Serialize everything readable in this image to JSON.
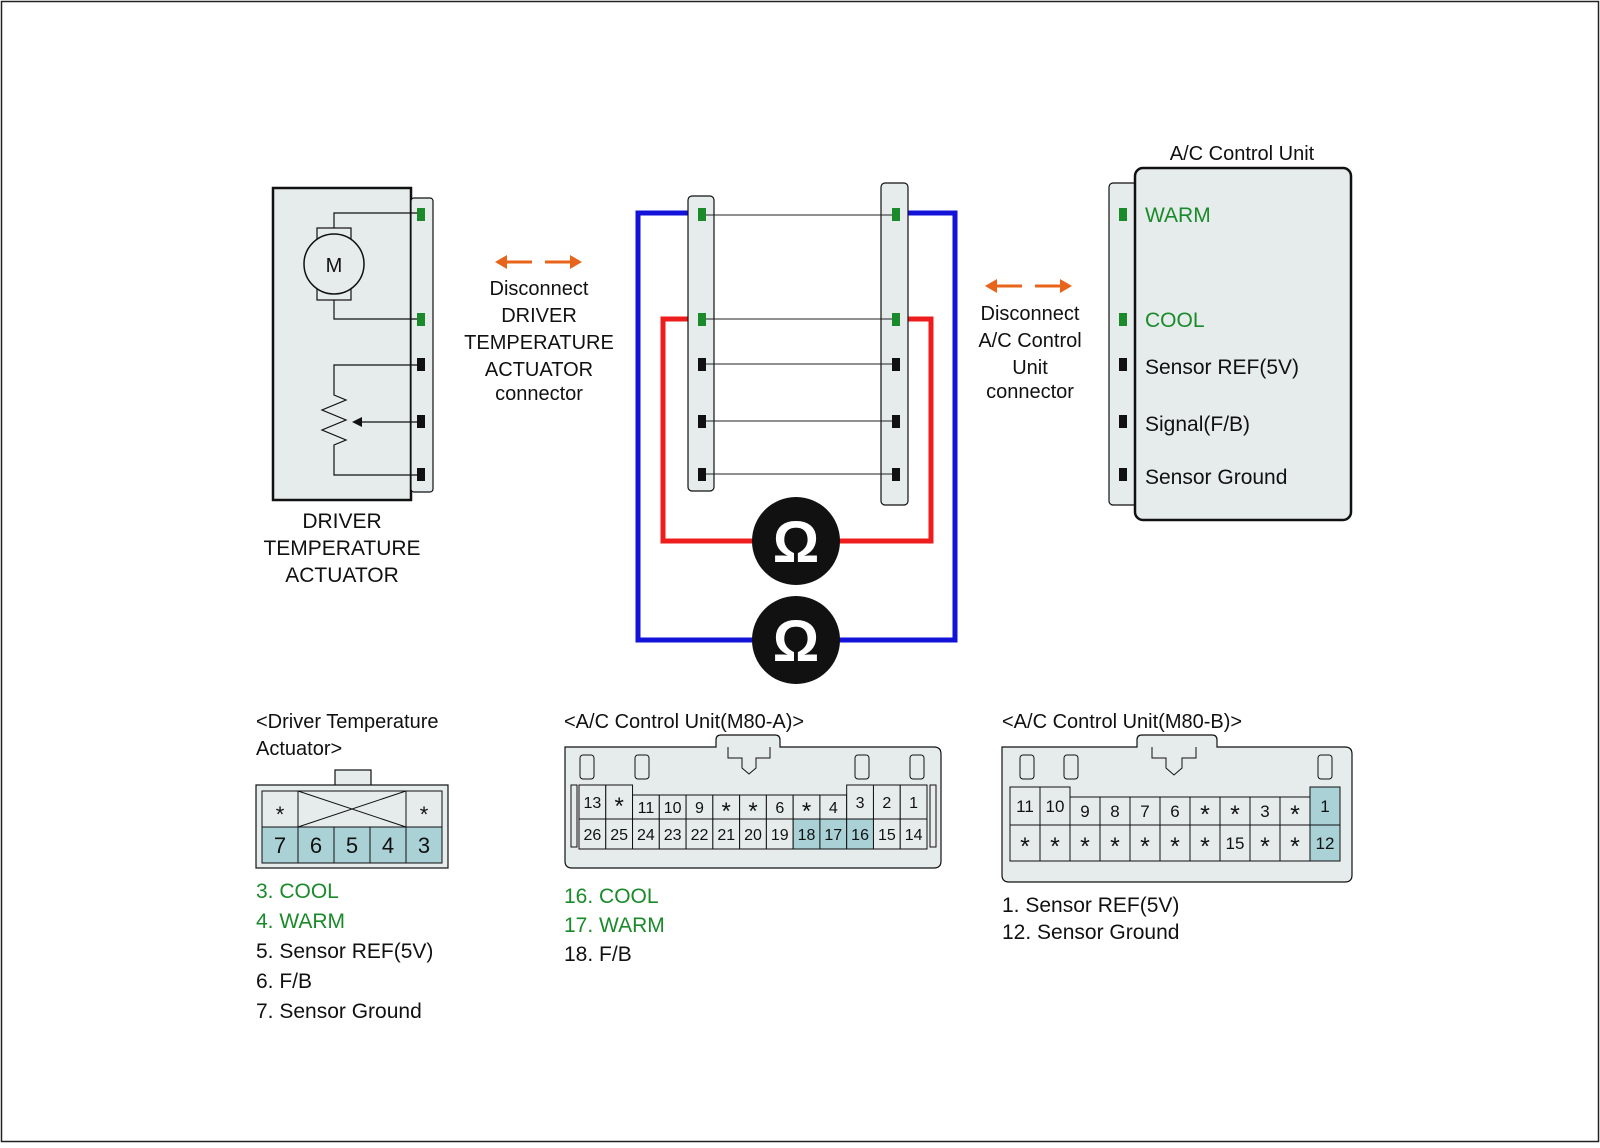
{
  "colors": {
    "green": "#1a8a2a",
    "orange": "#e8641a",
    "red": "#ee1c1c",
    "blue": "#1212d8",
    "panel": "#e6ecec",
    "highlight": "#a9d1d6",
    "black": "#111111"
  },
  "actuator": {
    "motor_label": "M",
    "title_lines": [
      "DRIVER",
      "TEMPERATURE",
      "ACTUATOR"
    ]
  },
  "disconnect_left": {
    "arrow_icon": "double-arrow-icon",
    "lines": [
      "Disconnect",
      "DRIVER",
      "TEMPERATURE",
      "ACTUATOR",
      "connector"
    ]
  },
  "disconnect_right": {
    "arrow_icon": "double-arrow-icon",
    "lines": [
      "Disconnect",
      "A/C Control",
      "Unit",
      "connector"
    ]
  },
  "meters": [
    {
      "symbol": "Ω",
      "lead": "red"
    },
    {
      "symbol": "Ω",
      "lead": "blue"
    }
  ],
  "control_unit": {
    "title": "A/C Control Unit",
    "pins": [
      {
        "label": "WARM",
        "color": "green"
      },
      {
        "label": "COOL",
        "color": "green"
      },
      {
        "label": "Sensor REF(5V)",
        "color": "black"
      },
      {
        "label": "Signal(F/B)",
        "color": "black"
      },
      {
        "label": "Sensor Ground",
        "color": "black"
      }
    ]
  },
  "conn_dta": {
    "title_lines": [
      "<Driver Temperature",
      "Actuator>"
    ],
    "top_row": [
      "*",
      "*"
    ],
    "bottom_row": [
      "7",
      "6",
      "5",
      "4",
      "3"
    ],
    "legend": [
      {
        "text": "3. COOL",
        "color": "green"
      },
      {
        "text": "4. WARM",
        "color": "green"
      },
      {
        "text": "5. Sensor REF(5V)",
        "color": "black"
      },
      {
        "text": "6. F/B",
        "color": "black"
      },
      {
        "text": "7. Sensor Ground",
        "color": "black"
      }
    ]
  },
  "conn_m80a": {
    "title": "<A/C Control Unit(M80-A)>",
    "top_row": [
      "13",
      "*",
      "11",
      "10",
      "9",
      "*",
      "*",
      "6",
      "*",
      "4",
      "3",
      "2",
      "1"
    ],
    "bottom_row": [
      "26",
      "25",
      "24",
      "23",
      "22",
      "21",
      "20",
      "19",
      "18",
      "17",
      "16",
      "15",
      "14"
    ],
    "highlighted": [
      "18",
      "17",
      "16"
    ],
    "legend": [
      {
        "text": "16. COOL",
        "color": "green"
      },
      {
        "text": "17. WARM",
        "color": "green"
      },
      {
        "text": "18. F/B",
        "color": "black"
      }
    ]
  },
  "conn_m80b": {
    "title": "<A/C Control Unit(M80-B)>",
    "top_row": [
      "11",
      "10",
      "9",
      "8",
      "7",
      "6",
      "*",
      "*",
      "3",
      "*",
      "1"
    ],
    "bottom_row": [
      "*",
      "*",
      "*",
      "*",
      "*",
      "*",
      "*",
      "15",
      "*",
      "*",
      "12"
    ],
    "highlighted": [
      "1",
      "12"
    ],
    "legend": [
      {
        "text": "1. Sensor REF(5V)",
        "color": "black"
      },
      {
        "text": "12. Sensor Ground",
        "color": "black"
      }
    ]
  }
}
